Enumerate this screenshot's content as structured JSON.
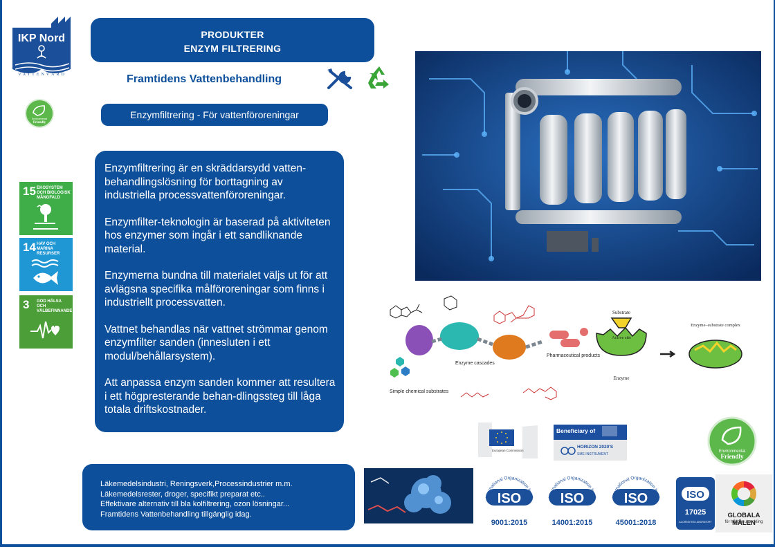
{
  "brand": {
    "logo_text": "IKP Nord",
    "tagline": "VATTENVÅRD",
    "primary_color": "#0d4f9a"
  },
  "header": {
    "line1": "PRODUKTER",
    "line2": "ENZYM FILTRERING"
  },
  "slogan": "Framtidens Vattenbehandling",
  "sub_title": "Enzymfiltrering - För vattenföroreningar",
  "eco_badge": {
    "line1": "Environmental",
    "line2": "Friendly"
  },
  "sdg": [
    {
      "num": "15",
      "label": "EKOSYSTEM OCH BIOLOGISK MÅNGFALD",
      "color": "#3fae49",
      "icon": "tree-icon"
    },
    {
      "num": "14",
      "label": "HAV OCH MARINA RESURSER",
      "color": "#1e97d4",
      "icon": "fish-icon"
    },
    {
      "num": "3",
      "label": "GOD HÄLSA OCH VÄLBEFINNANDE",
      "color": "#4c9f38",
      "icon": "heartbeat-icon"
    }
  ],
  "main_text": [
    "Enzymfiltrering är en skräddarsydd vatten-behandlingslösning för borttagning av industriella processvattenföroreningar.",
    "Enzymfilter-teknologin är baserad på aktiviteten hos enzymer som ingår i ett sandliknande material.",
    "Enzymerna bundna till materialet väljs ut för att avlägsna specifika målföroreningar som finns i industriellt processvatten.",
    "Vattnet behandlas när vattnet strömmar genom enzymfilter sanden (innesluten i ett modul/behållarsystem).",
    "Att anpassa enzym sanden kommer att resultera i ett högpresterande behan-dlingssteg till låga totala driftskostnader."
  ],
  "diagram": {
    "simple_substrates": "Simple chemical substrates",
    "enzyme_cascades": "Enzyme cascades",
    "pharma_products": "Pharmaceutical products",
    "substrate": "Substrate",
    "active_site": "Active site",
    "enzyme": "Enzyme",
    "complex": "Enzyme–substrate complex"
  },
  "eu": {
    "commission": "European Commission",
    "beneficiary": "Beneficiary of",
    "horizon": "HORIZON 2020'S",
    "sme": "SME INSTRUMENT"
  },
  "bottom_text": [
    "Läkemedelsindustri, Reningsverk,Processindustrier m.m.",
    "Läkemedelsrester, droger, specifikt preparat etc..",
    "Effektivare alternativ till bla kolfiltrering, ozon lösningar...",
    "Framtidens Vattenbehandling tillgänglig idag."
  ],
  "iso": [
    {
      "label": "ISO",
      "arc": "International Organization for Standardization",
      "number": "9001:2015"
    },
    {
      "label": "ISO",
      "arc": "International Organization for Standardization",
      "number": "14001:2015"
    },
    {
      "label": "ISO",
      "arc": "International Organization for Standardization",
      "number": "45001:2018"
    }
  ],
  "iso17025": {
    "label": "ISO",
    "number": "17025",
    "sub": "ACCREDITED LABORATORY"
  },
  "globala": {
    "title": "GLOBALA MÅLEN",
    "sub": "för hållbar utveckling"
  }
}
